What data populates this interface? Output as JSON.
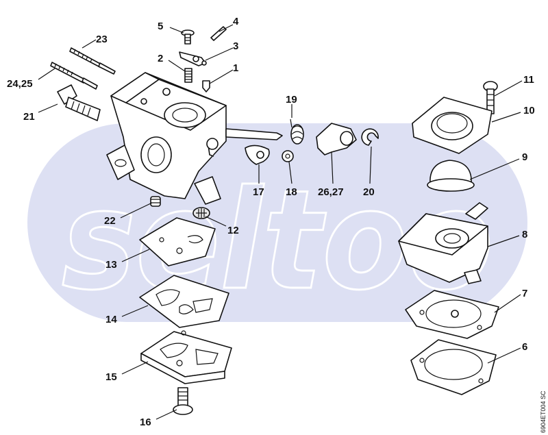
{
  "watermark": "seltoo",
  "reference_code": "6904ET004 SC",
  "colors": {
    "watermark_band": "#dde0f3",
    "ink": "#111111"
  },
  "parts": [
    {
      "id": "p1",
      "label": "1"
    },
    {
      "id": "p2",
      "label": "2"
    },
    {
      "id": "p3",
      "label": "3"
    },
    {
      "id": "p4",
      "label": "4"
    },
    {
      "id": "p5",
      "label": "5"
    },
    {
      "id": "p6",
      "label": "6"
    },
    {
      "id": "p7",
      "label": "7"
    },
    {
      "id": "p8",
      "label": "8"
    },
    {
      "id": "p9",
      "label": "9"
    },
    {
      "id": "p10",
      "label": "10"
    },
    {
      "id": "p11",
      "label": "11"
    },
    {
      "id": "p12",
      "label": "12"
    },
    {
      "id": "p13",
      "label": "13"
    },
    {
      "id": "p14",
      "label": "14"
    },
    {
      "id": "p15",
      "label": "15"
    },
    {
      "id": "p16",
      "label": "16"
    },
    {
      "id": "p17",
      "label": "17"
    },
    {
      "id": "p18",
      "label": "18"
    },
    {
      "id": "p19",
      "label": "19"
    },
    {
      "id": "p20",
      "label": "20"
    },
    {
      "id": "p21",
      "label": "21"
    },
    {
      "id": "p22",
      "label": "22"
    },
    {
      "id": "p23",
      "label": "23"
    },
    {
      "id": "p24",
      "label": "24,25"
    },
    {
      "id": "p26",
      "label": "26,27"
    }
  ]
}
